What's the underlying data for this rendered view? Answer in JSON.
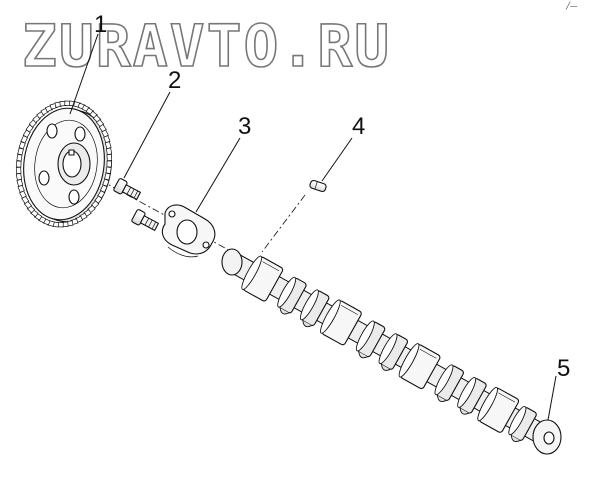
{
  "watermark": "ZURAVTO.RU",
  "corner_mark": "╱—",
  "callouts": [
    {
      "label": "1",
      "part": "camshaft-gear"
    },
    {
      "label": "2",
      "part": "gear-bolts"
    },
    {
      "label": "3",
      "part": "thrust-flange"
    },
    {
      "label": "4",
      "part": "woodruff-key"
    },
    {
      "label": "5",
      "part": "camshaft"
    }
  ],
  "gear_teeth": 60
}
